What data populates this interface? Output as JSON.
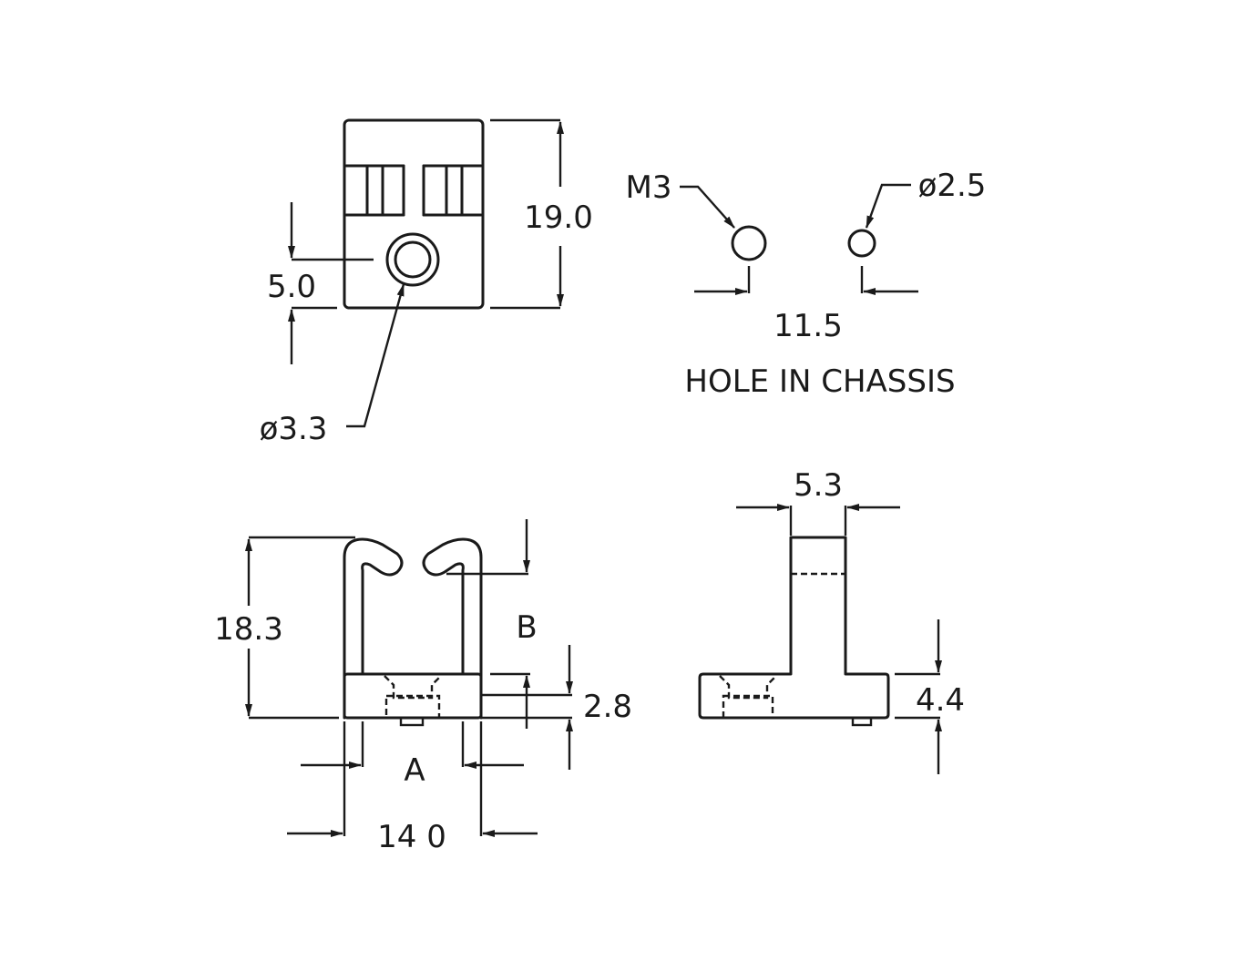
{
  "top_view": {
    "height_dim": "19.0",
    "hole_offset_dim": "5.0",
    "hole_dia": "ø3.3"
  },
  "chassis_hole": {
    "thread_label": "M3",
    "hole_dia": "ø2.5",
    "spacing_dim": "11.5",
    "caption": "HOLE IN CHASSIS"
  },
  "front_view": {
    "height_dim": "18.3",
    "label_b": "B",
    "base_dim": "2.8",
    "label_a": "A",
    "width_dim": "14 0"
  },
  "side_view": {
    "stem_width_dim": "5.3",
    "base_height_dim": "4.4"
  },
  "colors": {
    "ink": "#1a1a1a",
    "background": "#ffffff"
  }
}
